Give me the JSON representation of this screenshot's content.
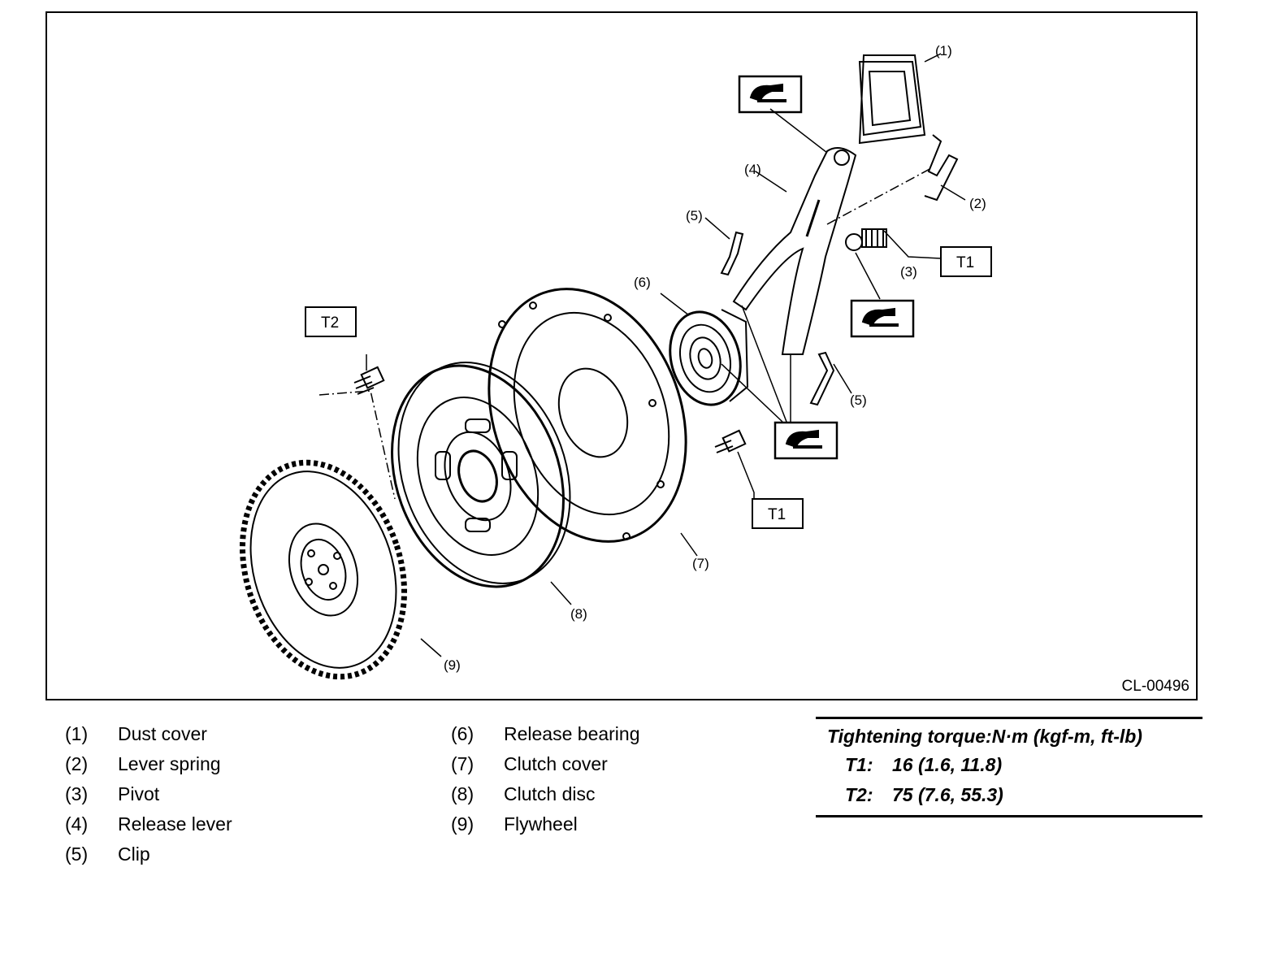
{
  "diagram": {
    "code": "CL-00496",
    "callouts": [
      "(1)",
      "(2)",
      "(3)",
      "(4)",
      "(5)",
      "(5)",
      "(6)",
      "(7)",
      "(8)",
      "(9)"
    ],
    "torque_boxes": [
      "T1",
      "T1",
      "T2"
    ]
  },
  "legend": {
    "left": [
      {
        "num": "(1)",
        "name": "Dust cover"
      },
      {
        "num": "(2)",
        "name": "Lever spring"
      },
      {
        "num": "(3)",
        "name": "Pivot"
      },
      {
        "num": "(4)",
        "name": "Release lever"
      },
      {
        "num": "(5)",
        "name": "Clip"
      }
    ],
    "right": [
      {
        "num": "(6)",
        "name": "Release bearing"
      },
      {
        "num": "(7)",
        "name": "Clutch cover"
      },
      {
        "num": "(8)",
        "name": "Clutch disc"
      },
      {
        "num": "(9)",
        "name": "Flywheel"
      }
    ]
  },
  "torque": {
    "title": "Tightening torque:N·m (kgf-m, ft-lb)",
    "rows": [
      {
        "key": "T1:",
        "value": "16 (1.6, 11.8)"
      },
      {
        "key": "T2:",
        "value": "75 (7.6, 55.3)"
      }
    ]
  }
}
